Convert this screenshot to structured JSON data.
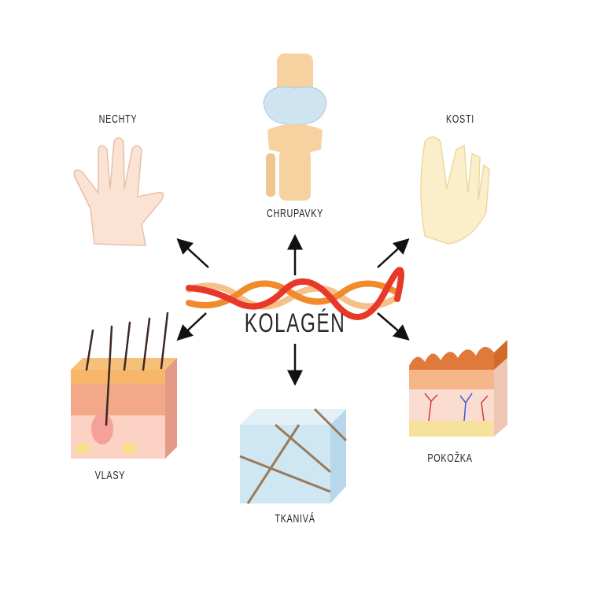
{
  "center": {
    "label": "KOLAGÉN"
  },
  "items": {
    "nails": "NECHTY",
    "cartilage": "CHRUPAVKY",
    "bones": "KOSTI",
    "hair": "VLASY",
    "tissue": "TKANIVÁ",
    "skin": "POKOŽKA"
  },
  "colors": {
    "strand_red": "#e8382a",
    "strand_orange": "#f08a2a",
    "strand_light": "#f6c08a",
    "arrow": "#111111"
  }
}
